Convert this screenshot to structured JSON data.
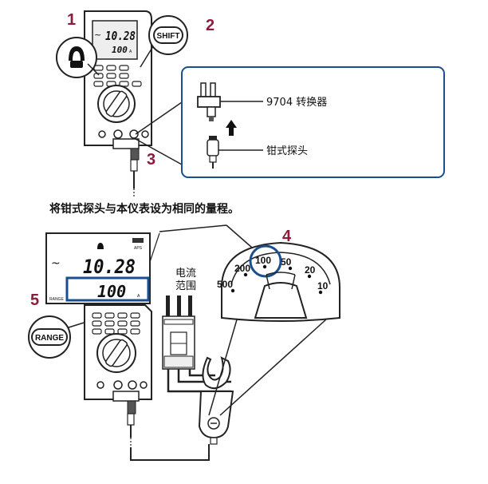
{
  "steps": {
    "s1": "1",
    "s2": "2",
    "s3": "3",
    "s4": "4",
    "s5": "5"
  },
  "buttons": {
    "shift": "SHIFT",
    "range": "RANGE"
  },
  "top_meter": {
    "reading_main": "10.28",
    "reading_sub": "100",
    "unit": "A"
  },
  "callout": {
    "adapter_label": "9704 转换器",
    "probe_label": "钳式探头"
  },
  "caption": "将钳式探头与本仪表设为相同的量程。",
  "bottom_meter": {
    "reading_main": "10.28",
    "reading_sub": "100",
    "unit": "A",
    "range_tag": "RANGE",
    "aps": "APS"
  },
  "current_range_label": {
    "line1": "电流",
    "line2": "范围"
  },
  "dial": {
    "values": [
      "500",
      "200",
      "100",
      "50",
      "20",
      "10"
    ],
    "selected": "100"
  },
  "colors": {
    "step_number": "#8b1c3c",
    "highlight": "#1a4f8f"
  },
  "icons": [
    "clamp-icon",
    "up-arrow-icon",
    "wave-icon"
  ]
}
